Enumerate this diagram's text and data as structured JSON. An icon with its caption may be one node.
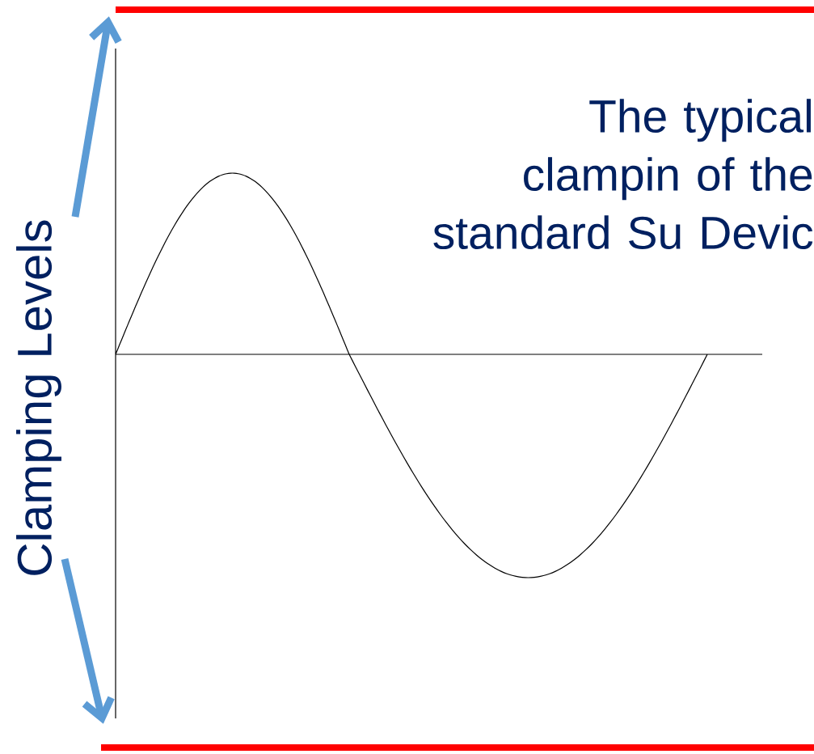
{
  "diagram": {
    "nodes": [
      {
        "text": [
          "Clamping Levels"
        ]
      },
      {
        "text": [],
        "shape": "bar"
      },
      {
        "text": [],
        "shape": "bar"
      }
    ],
    "edges": [
      {
        "from": 0,
        "to": 1,
        "arrow": "to"
      },
      {
        "from": 0,
        "to": 2,
        "arrow": "to"
      }
    ],
    "labels": [
      "The typical clampin of the standard Su Devic"
    ]
  }
}
